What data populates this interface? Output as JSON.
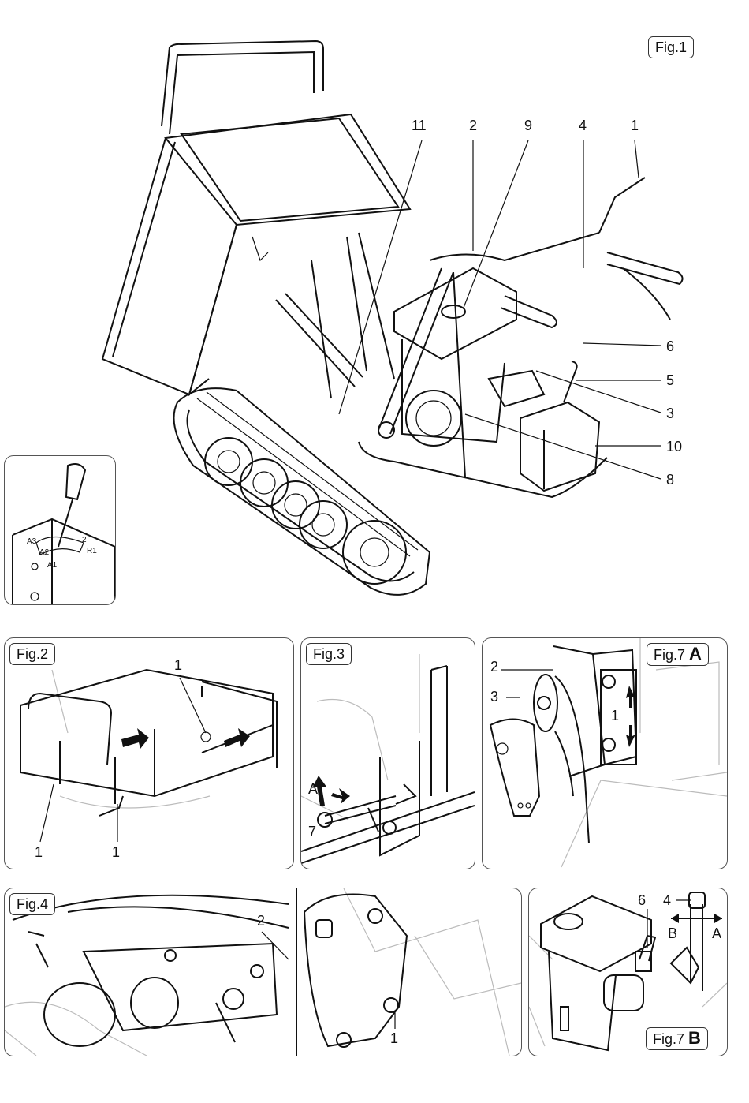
{
  "fig1": {
    "tag": "Fig.1",
    "callouts_top": [
      "11",
      "2",
      "9",
      "4",
      "1"
    ],
    "callouts_right": [
      "6",
      "5",
      "3",
      "10",
      "8"
    ],
    "inset_labels": [
      "A3",
      "A2",
      "A1",
      "2",
      "R1"
    ]
  },
  "fig2": {
    "tag": "Fig.2",
    "labels": [
      "1",
      "1",
      "1"
    ]
  },
  "fig3": {
    "tag": "Fig.3",
    "labels": [
      "A",
      "7"
    ]
  },
  "fig7a": {
    "tag": "Fig.7",
    "letter": "A",
    "labels": [
      "2",
      "3",
      "1"
    ]
  },
  "fig4": {
    "tag": "Fig.4",
    "labels": [
      "2",
      "1"
    ]
  },
  "fig7b": {
    "tag": "Fig.7",
    "letter": "B",
    "labels": [
      "6",
      "4",
      "B",
      "A"
    ]
  }
}
